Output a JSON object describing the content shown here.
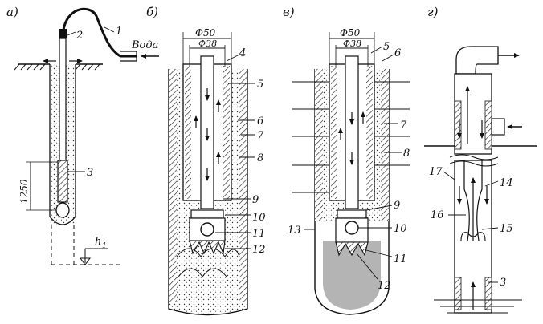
{
  "panels": {
    "a": "а)",
    "b": "б)",
    "v": "в)",
    "g": "г)"
  },
  "panel_a": {
    "water_label": "Вода",
    "depth_dim": "1250",
    "level_label": "h",
    "level_sub": "1",
    "callouts": [
      "1",
      "2",
      "3"
    ]
  },
  "panel_b": {
    "outer_diameter": "Ф50",
    "inner_diameter": "Ф38",
    "callouts": [
      "4",
      "5",
      "6",
      "7",
      "8",
      "9",
      "10",
      "11",
      "12"
    ]
  },
  "panel_v": {
    "outer_diameter": "Ф50",
    "inner_diameter": "Ф38",
    "callouts": [
      "5",
      "6",
      "7",
      "8",
      "9",
      "10",
      "11",
      "12",
      "13"
    ]
  },
  "panel_g": {
    "callouts": [
      "17",
      "14",
      "16",
      "15",
      "3"
    ]
  }
}
